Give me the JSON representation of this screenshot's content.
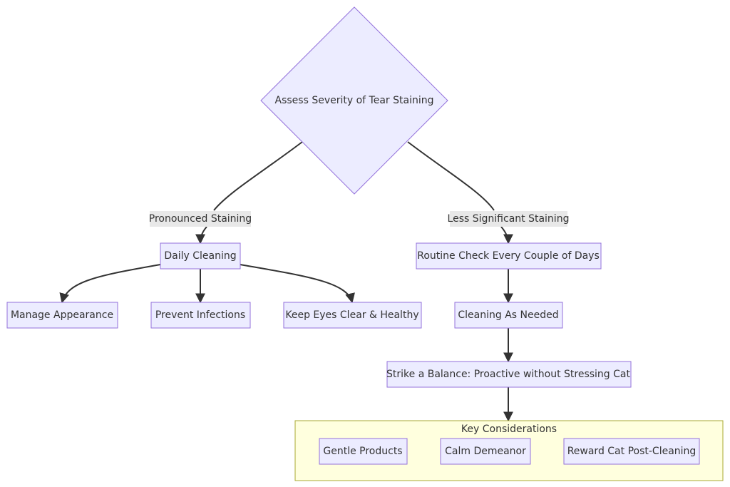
{
  "diagram": {
    "decision": "Assess Severity of Tear Staining",
    "edges": {
      "pronounced": "Pronounced Staining",
      "less_significant": "Less Significant Staining"
    },
    "nodes": {
      "daily_cleaning": "Daily Cleaning",
      "manage_appearance": "Manage Appearance",
      "prevent_infections": "Prevent Infections",
      "keep_eyes_clear": "Keep Eyes Clear & Healthy",
      "routine_check": "Routine Check Every Couple of Days",
      "cleaning_as_needed": "Cleaning As Needed",
      "strike_balance": "Strike a Balance: Proactive without Stressing Cat"
    },
    "cluster": {
      "title": "Key Considerations",
      "items": [
        "Gentle Products",
        "Calm Demeanor",
        "Reward Cat Post-Cleaning"
      ]
    },
    "colors": {
      "node_fill": "#ececff",
      "node_stroke": "#9370db",
      "cluster_fill": "#ffffde",
      "cluster_stroke": "#aaaa33",
      "edge": "#333333"
    }
  }
}
